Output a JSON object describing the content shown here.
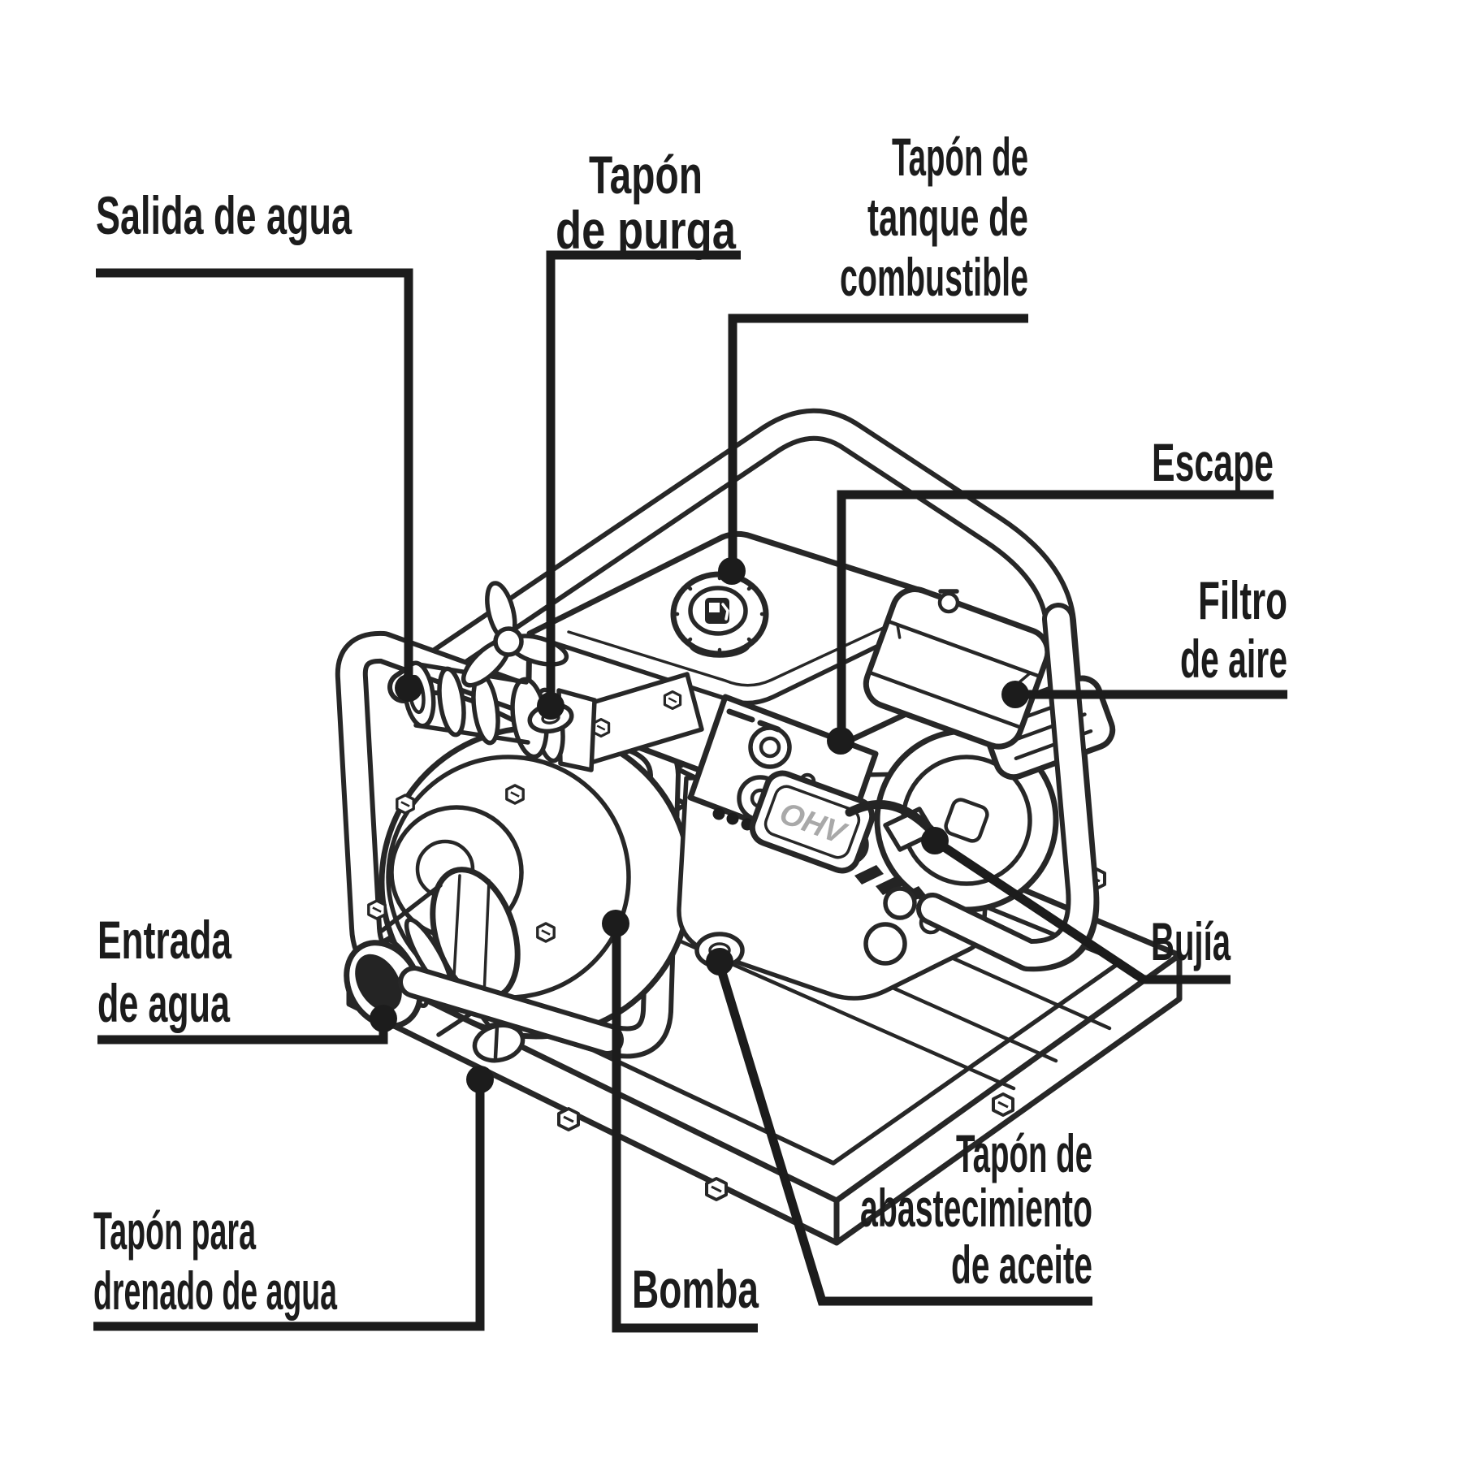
{
  "page": {
    "background": "#ffffff",
    "ink": "#1c1c1c",
    "type": "labeled parts diagram of a gasoline water pump"
  },
  "labels": {
    "salida": {
      "text": "Salida de agua"
    },
    "purga": {
      "line1": "Tapón",
      "line2": "de purga"
    },
    "combustible": {
      "line1": "Tapón de",
      "line2": "tanque de",
      "line3": "combustible"
    },
    "escape": {
      "text": "Escape"
    },
    "filtro": {
      "line1": "Filtro",
      "line2": "de aire"
    },
    "bujia": {
      "text": "Bujía"
    },
    "entrada": {
      "line1": "Entrada",
      "line2": "de agua"
    },
    "drenado": {
      "line1": "Tapón para",
      "line2": "drenado de agua"
    },
    "bomba": {
      "text": "Bomba"
    },
    "aceite": {
      "line1": "Tapón de",
      "line2": "abastecimiento",
      "line3": "de aceite"
    }
  },
  "engine_markings": {
    "valve_cover": "OHV"
  },
  "icons": {
    "fuel_cap": "fuel-pump-icon"
  }
}
